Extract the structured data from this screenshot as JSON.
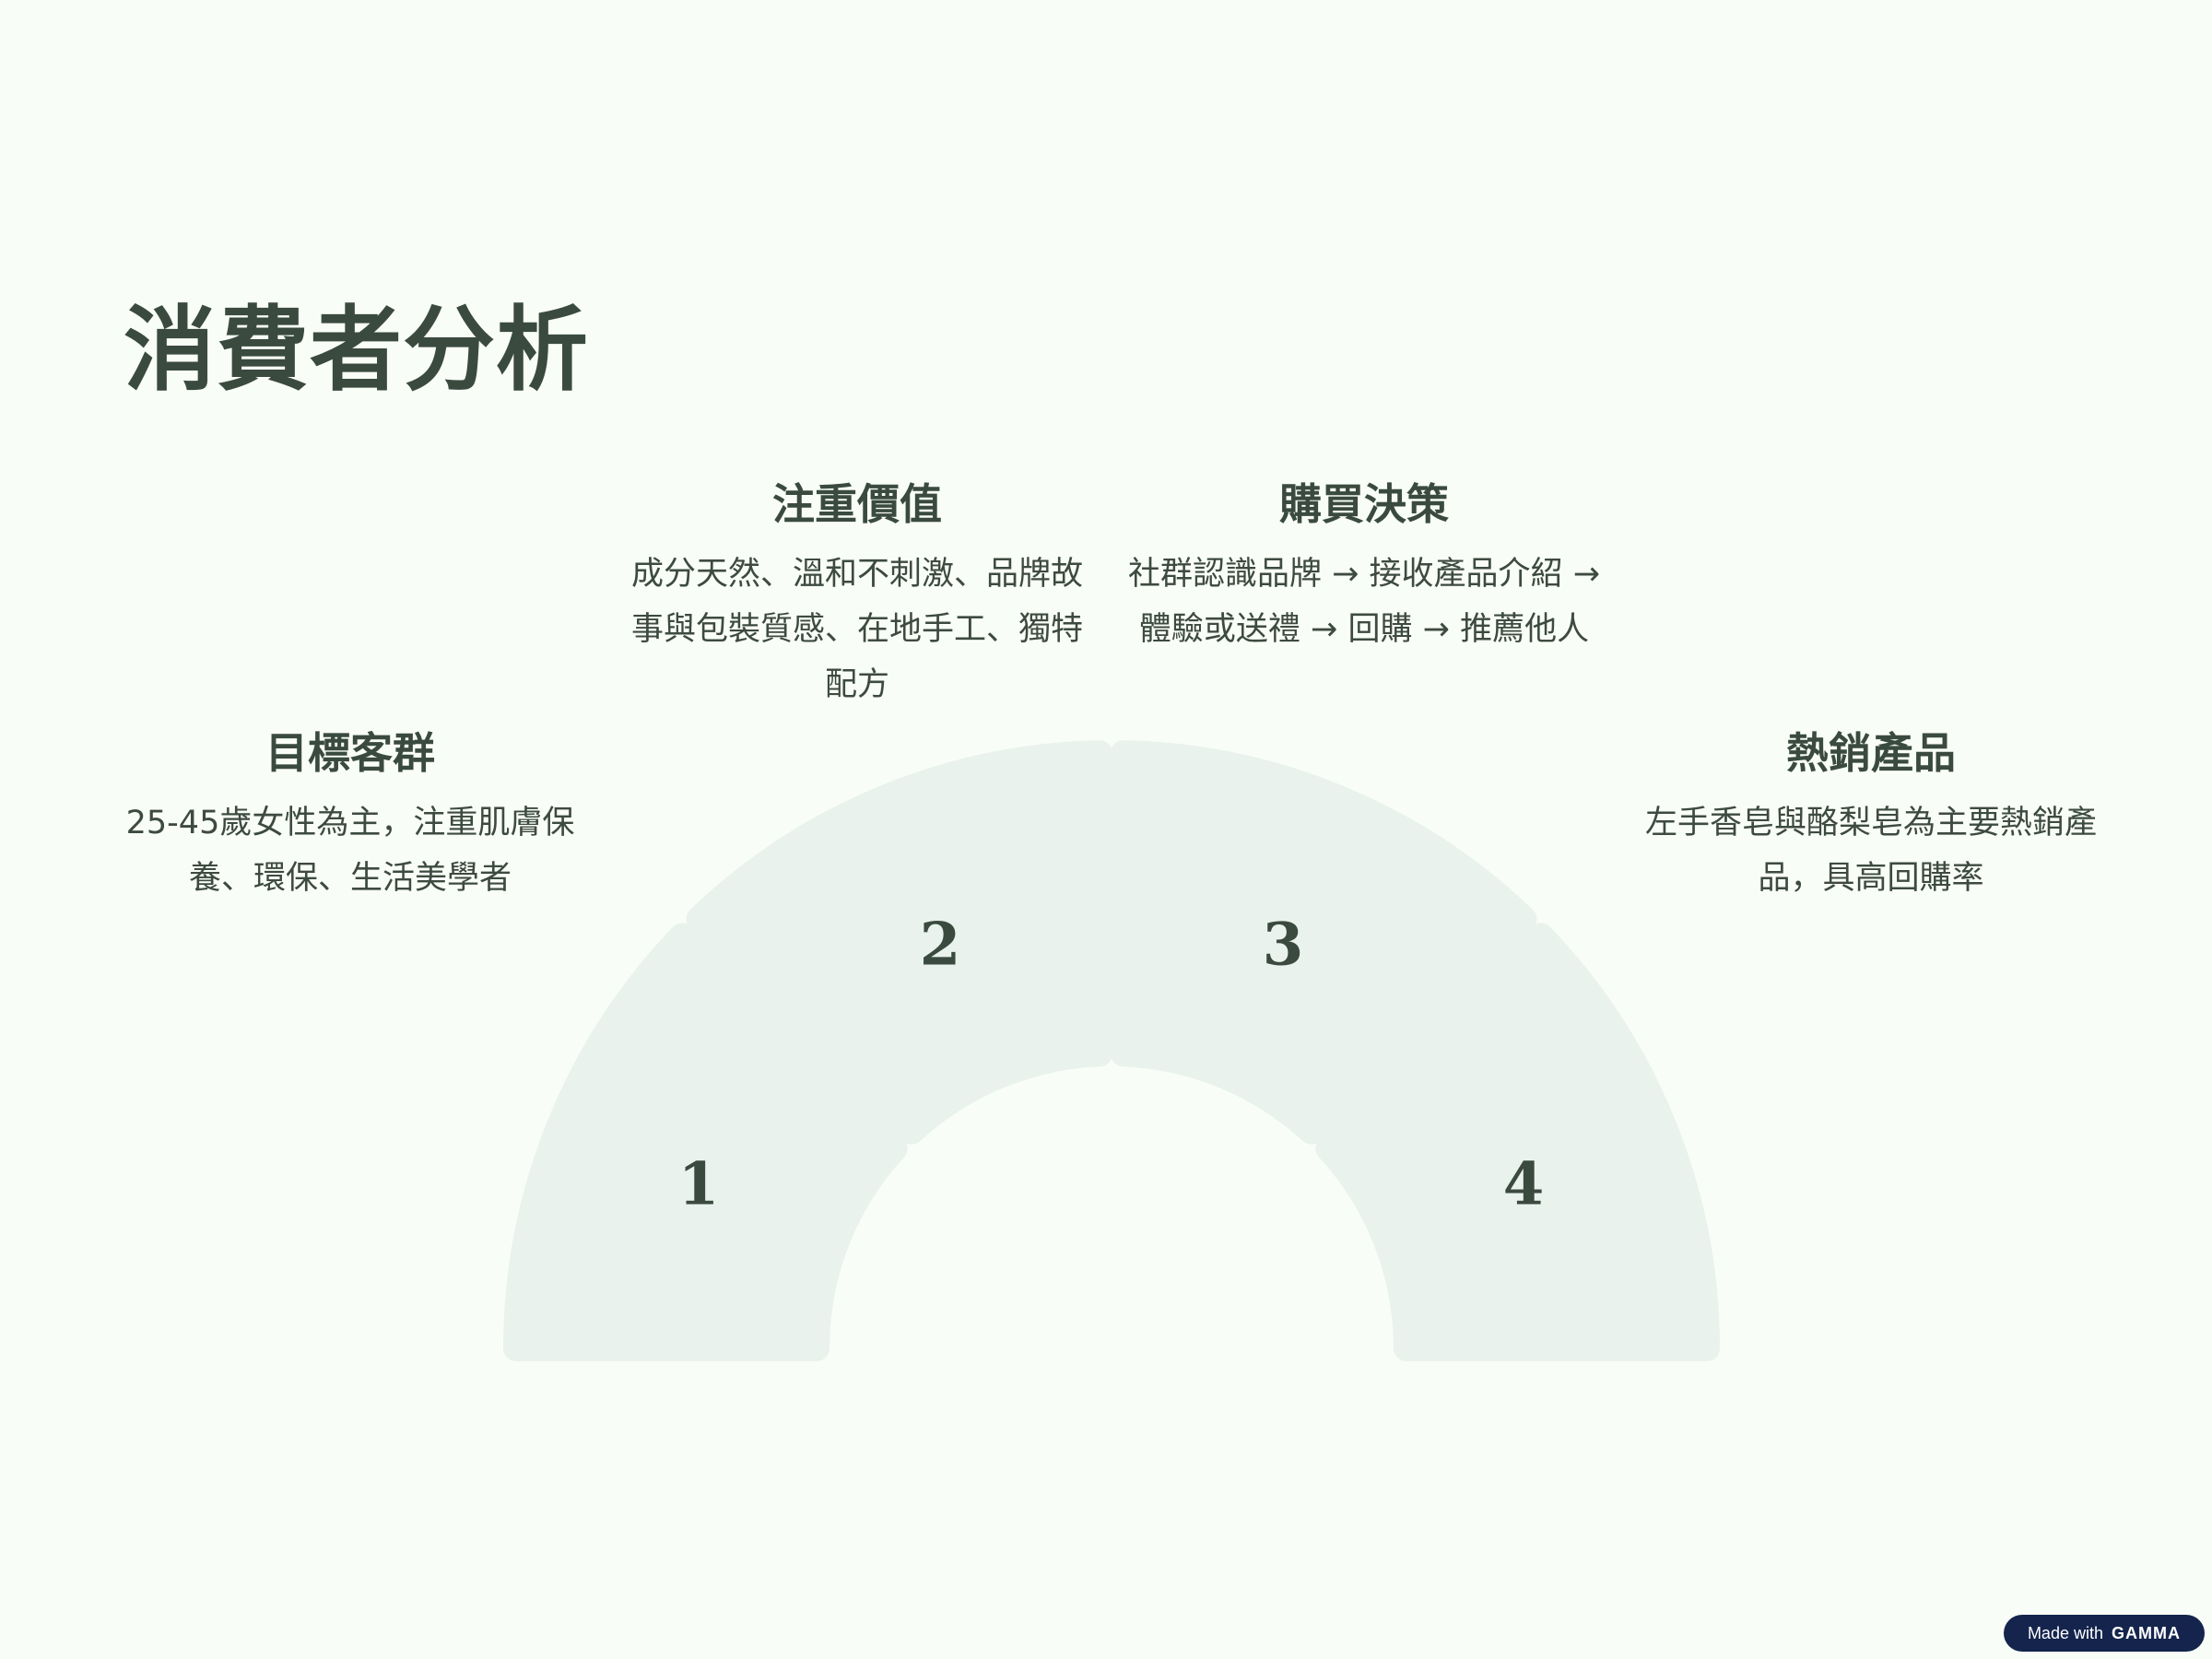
{
  "title": "消費者分析",
  "segments": [
    {
      "number": "1",
      "heading": "目標客群",
      "body": "25-45歲女性為主，注重肌膚保養、環保、生活美學者"
    },
    {
      "number": "2",
      "heading": "注重價值",
      "body": "成分天然、溫和不刺激、品牌故事與包裝質感、在地手工、獨特配方"
    },
    {
      "number": "3",
      "heading": "購買決策",
      "body": "社群認識品牌 → 接收產品介紹 → 體驗或送禮 → 回購 → 推薦他人"
    },
    {
      "number": "4",
      "heading": "熱銷產品",
      "body": "左手香皂與酪梨皂為主要熱銷產品，具高回購率"
    }
  ],
  "badge": {
    "prefix": "Made with",
    "brand": "GAMMA"
  },
  "colors": {
    "background": "#f9fdf7",
    "segment_fill": "#e9f2ec",
    "text": "#3a4a3f",
    "badge": "#14244d"
  }
}
